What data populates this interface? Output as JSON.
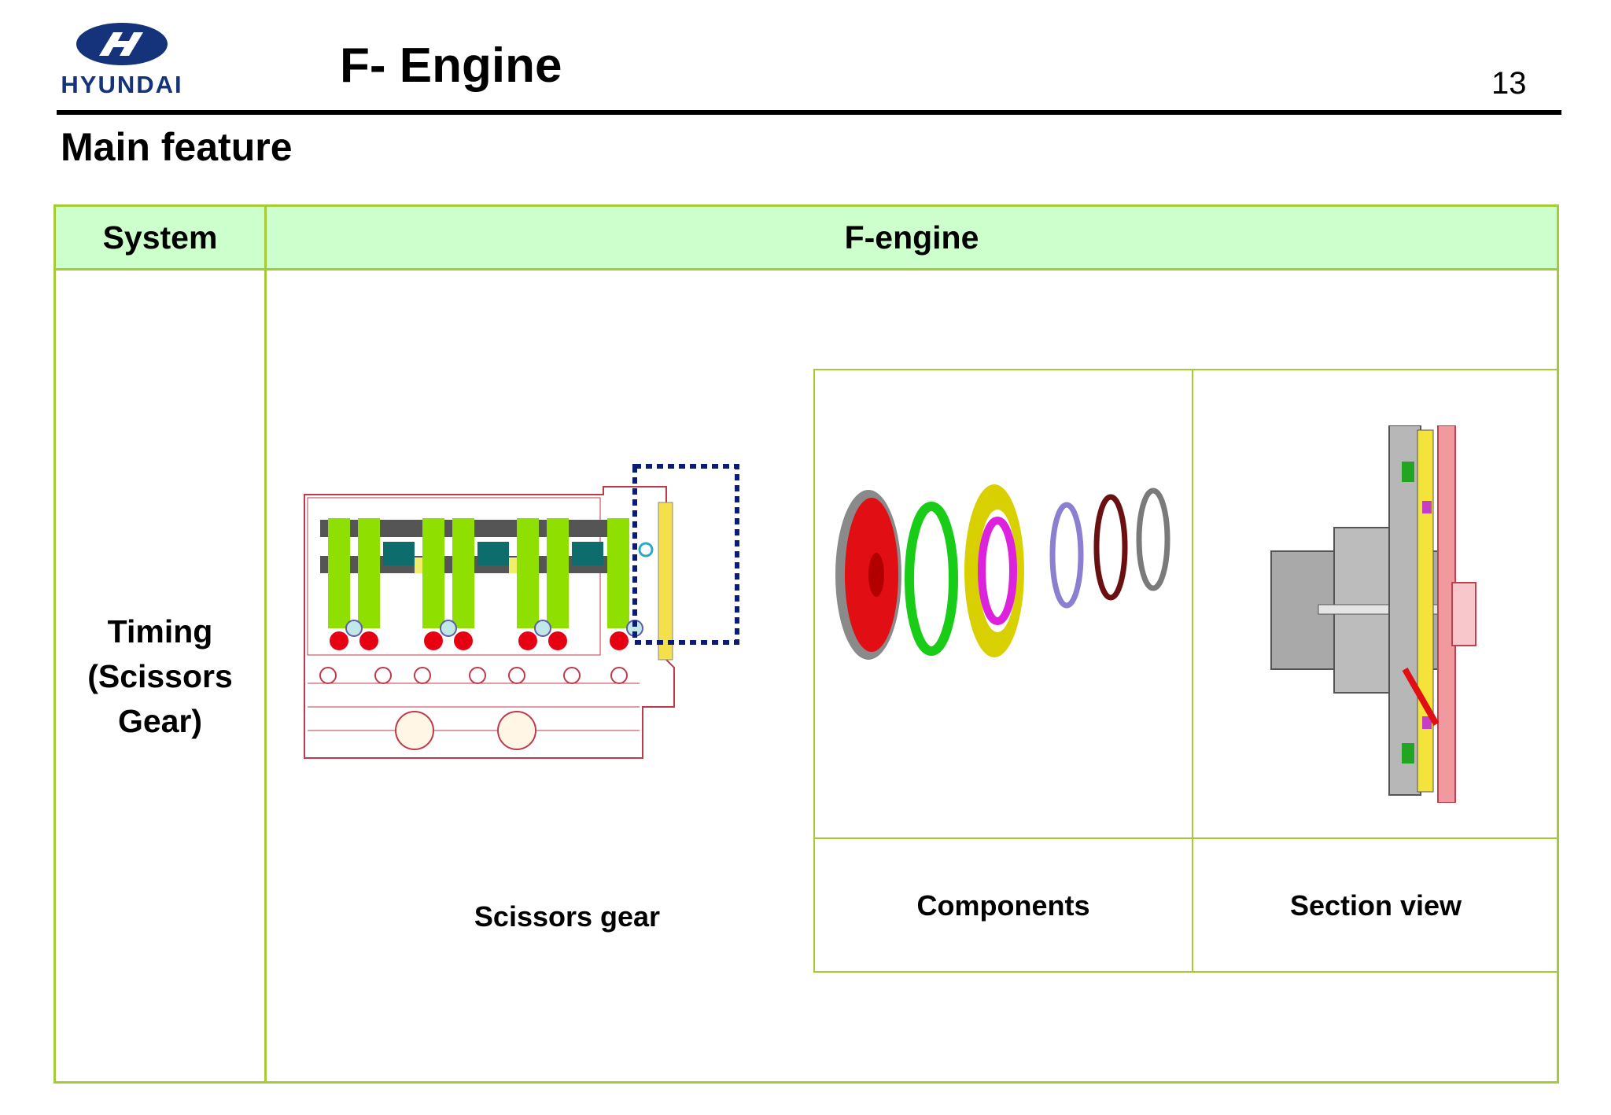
{
  "header": {
    "brand": "HYUNDAI",
    "title": "F- Engine",
    "page_number": "13"
  },
  "section_title": "Main feature",
  "table": {
    "headers": {
      "system": "System",
      "engine": "F-engine"
    },
    "system_label": [
      "Timing",
      "(Scissors",
      "Gear)"
    ],
    "captions": {
      "scissors": "Scissors gear",
      "components": "Components",
      "section": "Section view"
    }
  },
  "icons": {
    "logo": "hyundai-logo-icon",
    "cylinder_head": "cylinder-head-drawing-icon",
    "components": "gear-components-icon",
    "section": "section-view-icon"
  },
  "colors": {
    "brand_blue": "#14337a",
    "table_border": "#a5cc34",
    "header_fill": "#ccffcc"
  }
}
